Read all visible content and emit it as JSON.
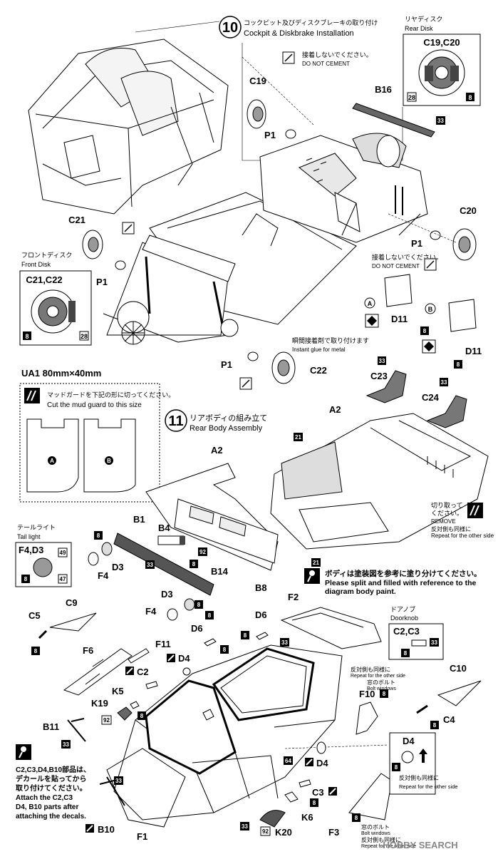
{
  "step10": {
    "number": "10",
    "title_jp": "コックピット及びディスクブレーキの取り付け",
    "title_en": "Cockpit & Diskbrake Installation"
  },
  "step11": {
    "number": "11",
    "title_jp": "リアボディの組み立て",
    "title_en": "Rear Body Assembly"
  },
  "rear_disk": {
    "title_jp": "リヤディスク",
    "title_en": "Rear Disk",
    "parts": "C19,C20",
    "num_a": "28",
    "num_b": "8"
  },
  "front_disk": {
    "title_jp": "フロントディスク",
    "title_en": "Front Disk",
    "parts": "C21,C22",
    "num_a": "8",
    "num_b": "28"
  },
  "tail_light": {
    "title_jp": "テールライト",
    "title_en": "Tail light",
    "parts": "F4,D3",
    "num_a": "49",
    "num_b": "8",
    "num_c": "47"
  },
  "doorknob": {
    "title_jp": "ドアノブ",
    "title_en": "Doorknob",
    "parts": "C2,C3",
    "num_a": "8",
    "num_b": "33"
  },
  "d4_box": {
    "part": "D4",
    "num": "8",
    "jp": "反対側も同様に",
    "en": "Repeat for the other side"
  },
  "ua1": {
    "title": "UA1  80mm×40mm",
    "jp": "マッドガードを下記の形に切ってください。",
    "en": "Cut the mud guard to this size",
    "a": "A",
    "b": "B"
  },
  "notes": {
    "no_cement_jp": "接着しないでください。",
    "no_cement_en": "DO NOT CEMENT",
    "glue_jp": "瞬間接着剤で取り付けます",
    "glue_en": "Instant glue for metal",
    "remove_jp": "切り取って\nください。",
    "remove_en": "REMOVE",
    "repeat_jp": "反対側も同様に",
    "repeat_en": "Repeat for the other side",
    "paint_jp": "ボディは塗装図を参考に塗り分けてください。",
    "paint_en1": "Please split and filled with reference to the",
    "paint_en2": "diagram body paint.",
    "decal_jp1": "C2,C3,D4,B10部品は、",
    "decal_jp2": "デカールを貼ってから",
    "decal_jp3": "取り付けてください。",
    "decal_en1": "Attach the C2,C3",
    "decal_en2": "D4, B10 parts after",
    "decal_en3": "attaching the decals.",
    "bolt_jp": "窓のボルト",
    "bolt_en": "Bolt windows",
    "repeat_en2": "Repeat for the other side"
  },
  "labels": {
    "C19": "C19",
    "P1": "P1",
    "B16": "B16",
    "C20": "C20",
    "C21": "C21",
    "C22": "C22",
    "D11": "D11",
    "C23": "C23",
    "C24": "C24",
    "A2": "A2",
    "B1": "B1",
    "B4": "B4",
    "D3": "D3",
    "F4": "F4",
    "B14": "B14",
    "B8": "B8",
    "C9": "C9",
    "C5": "C5",
    "F2": "F2",
    "D6": "D6",
    "F6": "F6",
    "F11": "F11",
    "D4": "D4",
    "C2": "C2",
    "K5": "K5",
    "K19": "K19",
    "B11": "B11",
    "C10": "C10",
    "C4": "C4",
    "F10": "F10",
    "C3": "C3",
    "K6": "K6",
    "K20": "K20",
    "F3": "F3",
    "F1": "F1",
    "B10": "B10"
  },
  "nums": {
    "n8": "8",
    "n33": "33",
    "n92": "92",
    "n21": "21",
    "n64": "64"
  },
  "watermark": "HOBBY SEARCH"
}
